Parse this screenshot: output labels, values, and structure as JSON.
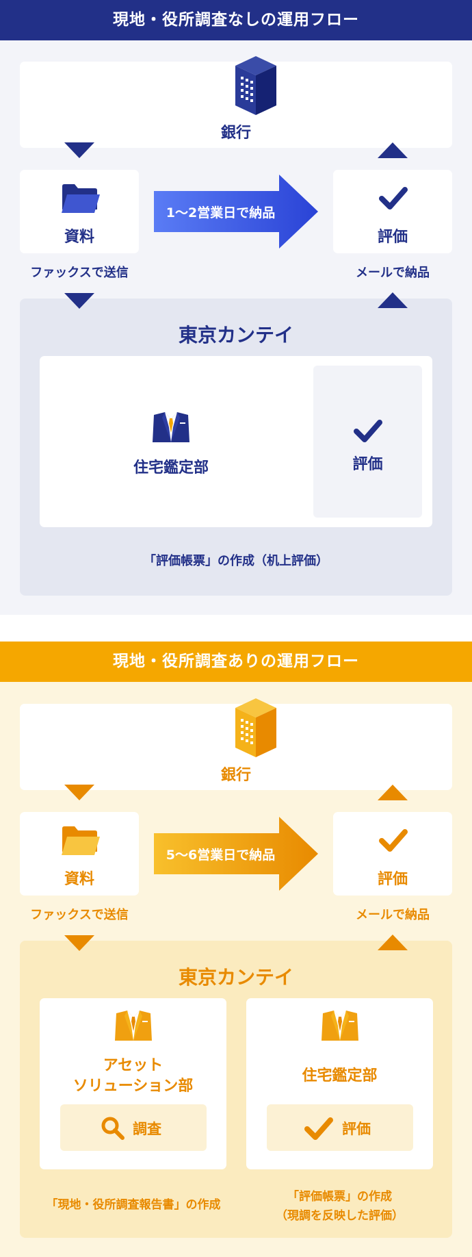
{
  "flow_without_survey": {
    "title": "現地・役所調査なしの運用フロー",
    "bank": {
      "label": "銀行",
      "icon": "building-icon"
    },
    "documents": {
      "label": "資料",
      "icon": "folder-icon"
    },
    "arrow_text": "1〜2営業日で納品",
    "evaluation": {
      "label": "評価",
      "icon": "check-icon"
    },
    "fax_text": "ファックスで送信",
    "mail_text": "メールで納品",
    "company": "東京カンテイ",
    "department": {
      "label": "住宅鑑定部",
      "icon": "suit-icon"
    },
    "inner_evaluation": {
      "label": "評価",
      "icon": "check-icon"
    },
    "caption": "「評価帳票」の作成（机上評価）",
    "colors": {
      "primary": "#223088",
      "arrow_start": "#2a43d6",
      "arrow_end": "#5a7cf5",
      "background": "#f3f4f9"
    }
  },
  "flow_with_survey": {
    "title": "現地・役所調査ありの運用フロー",
    "bank": {
      "label": "銀行",
      "icon": "building-icon"
    },
    "documents": {
      "label": "資料",
      "icon": "folder-icon"
    },
    "arrow_text": "5〜6営業日で納品",
    "evaluation": {
      "label": "評価",
      "icon": "check-icon"
    },
    "fax_text": "ファックスで送信",
    "mail_text": "メールで納品",
    "company": "東京カンテイ",
    "asset_department": {
      "label_line1": "アセット",
      "label_line2": "ソリューション部",
      "icon": "suit-icon"
    },
    "survey_pill": {
      "label": "調査",
      "icon": "search-icon"
    },
    "housing_department": {
      "label": "住宅鑑定部",
      "icon": "suit-icon"
    },
    "evaluation_pill": {
      "label": "評価",
      "icon": "check-icon"
    },
    "caption_left": "「現地・役所調査報告書」の作成",
    "caption_right_line1": "「評価帳票」の作成",
    "caption_right_line2": "（現調を反映した評価）",
    "colors": {
      "primary": "#e88a00",
      "arrow_start": "#f8c02c",
      "arrow_end": "#e88a00",
      "background": "#fdf5de"
    }
  }
}
